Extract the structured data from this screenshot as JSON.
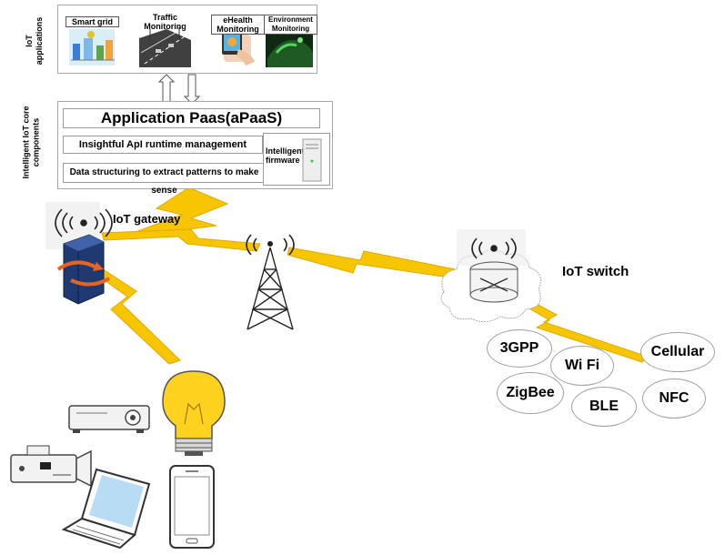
{
  "applications": {
    "section_label": "IoT applications",
    "tiles": [
      {
        "title": "Smart grid"
      },
      {
        "title": "Traffic Monitoring"
      },
      {
        "title": "eHealth Monitoring"
      },
      {
        "title": "Environment Monitoring"
      }
    ]
  },
  "core": {
    "section_label": "Intelligent IoT core components",
    "apaas": "Application Paas(aPaaS)",
    "api_mgmt": "Insightful ApI runtime management",
    "data_struct": "Data structuring to extract patterns to make sense",
    "firmware": "Intelligent firmware"
  },
  "gateway_label": "IoT gateway",
  "switch_label": "IoT switch",
  "protocols": [
    "3GPP",
    "Wi Fi",
    "Cellular",
    "ZigBee",
    "BLE",
    "NFC"
  ],
  "colors": {
    "lightning": "#f5c400",
    "lightning_edge": "#e0a800",
    "server_blue": "#1f3a73",
    "arrow_orange": "#e8641e",
    "bulb_yellow": "#ffd21f"
  },
  "icons": [
    "grid-city-icon",
    "traffic-road-icon",
    "ehealth-phone-icon",
    "environment-forest-icon",
    "server-tower-icon",
    "wifi-signal-icon",
    "gateway-server-icon",
    "cell-tower-icon",
    "router-icon",
    "cloud-icon",
    "light-bulb-icon",
    "projector-icon",
    "video-camera-icon",
    "laptop-icon",
    "smartphone-icon"
  ]
}
